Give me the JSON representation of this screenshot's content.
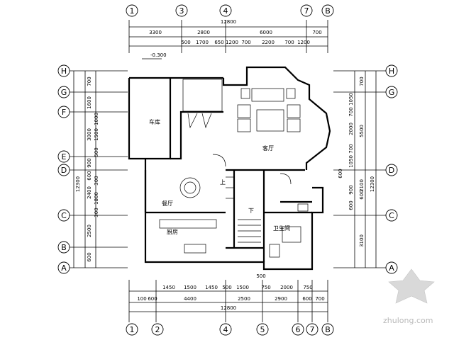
{
  "level_mark": "-0.300",
  "axes": {
    "top": [
      "1",
      "3",
      "4",
      "7",
      "B"
    ],
    "bottom": [
      "1",
      "2",
      "4",
      "5",
      "6",
      "7",
      "B"
    ],
    "left": [
      "H",
      "G",
      "F",
      "E",
      "D",
      "C",
      "B",
      "A"
    ],
    "right": [
      "H",
      "G",
      "D",
      "C",
      "A"
    ]
  },
  "dims_top": {
    "total": "12800",
    "row1": [
      "3300",
      "2800",
      "6000",
      "700"
    ],
    "row2": [
      "500",
      "1700",
      "650",
      "1200",
      "700",
      "2200",
      "700",
      "1200"
    ]
  },
  "dims_bottom": {
    "note": "500",
    "row1": [
      "1450",
      "1500",
      "1450",
      "500",
      "1500",
      "750",
      "2000",
      "750"
    ],
    "row2": [
      "100",
      "600",
      "4400",
      "2500",
      "2900",
      "600",
      "700"
    ],
    "total": "12800"
  },
  "dims_left": {
    "inner": [
      "700",
      "1600",
      "3000",
      "900",
      "600",
      "2400",
      "2500",
      "600"
    ],
    "sub": [
      "1000",
      "1500",
      "500",
      "300",
      "1800",
      "300"
    ],
    "total": "12300"
  },
  "dims_right": {
    "inner": [
      "700",
      "1050",
      "700",
      "2000",
      "700",
      "1050",
      "900",
      "600"
    ],
    "mid": [
      "5500",
      "3100"
    ],
    "side": [
      "600",
      "2100"
    ],
    "total": "12300",
    "tag": "600"
  },
  "rooms": {
    "garage": "车库",
    "living": "客厅",
    "dining": "餐厅",
    "kitchen": "厨房",
    "stair_up": "上",
    "bath": "卫生间",
    "misc": "下"
  },
  "watermark": "zhulong.com"
}
